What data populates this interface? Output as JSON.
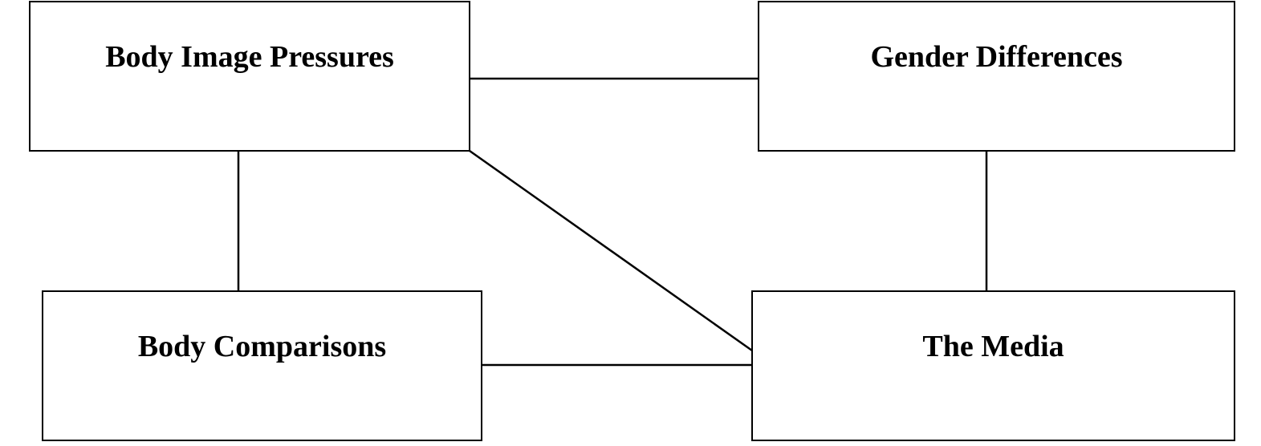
{
  "diagram": {
    "nodes": [
      {
        "id": "body-image",
        "label": "Body Image Pressures"
      },
      {
        "id": "gender",
        "label": "Gender Differences"
      },
      {
        "id": "comparisons",
        "label": "Body Comparisons"
      },
      {
        "id": "media",
        "label": "The Media"
      }
    ],
    "edges": [
      {
        "from": "body-image",
        "to": "gender"
      },
      {
        "from": "body-image",
        "to": "comparisons"
      },
      {
        "from": "body-image",
        "to": "media"
      },
      {
        "from": "gender",
        "to": "media"
      },
      {
        "from": "comparisons",
        "to": "media"
      }
    ],
    "colors": {
      "stroke": "#000000",
      "background": "#ffffff"
    }
  }
}
